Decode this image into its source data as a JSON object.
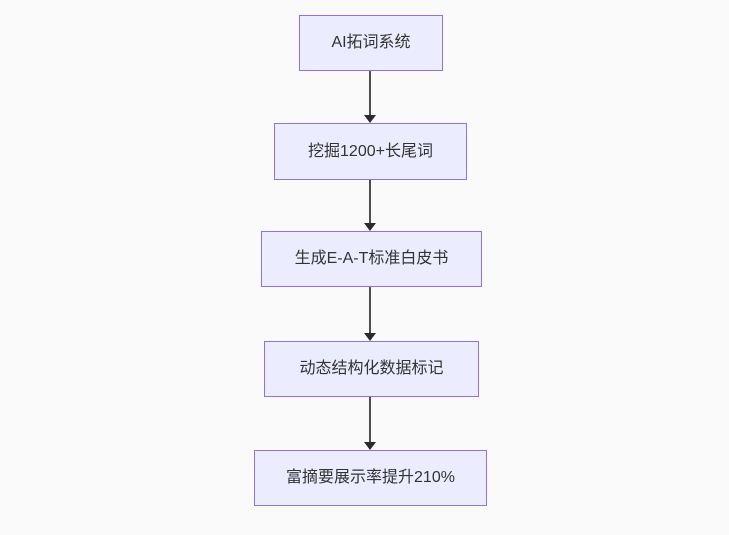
{
  "diagram": {
    "type": "flowchart",
    "direction": "top-down",
    "nodes": [
      {
        "id": "node-1",
        "label": "AI拓词系统"
      },
      {
        "id": "node-2",
        "label": "挖掘1200+长尾词"
      },
      {
        "id": "node-3",
        "label": "生成E-A-T标准白皮书"
      },
      {
        "id": "node-4",
        "label": "动态结构化数据标记"
      },
      {
        "id": "node-5",
        "label": "富摘要展示率提升210%"
      }
    ],
    "edges": [
      {
        "from": "node-1",
        "to": "node-2"
      },
      {
        "from": "node-2",
        "to": "node-3"
      },
      {
        "from": "node-3",
        "to": "node-4"
      },
      {
        "from": "node-4",
        "to": "node-5"
      }
    ],
    "colors": {
      "node_fill": "#ECECFF",
      "node_border": "#9370DB",
      "node_text": "#333333",
      "arrow": "#333333",
      "background": "#FAFAFA"
    }
  }
}
